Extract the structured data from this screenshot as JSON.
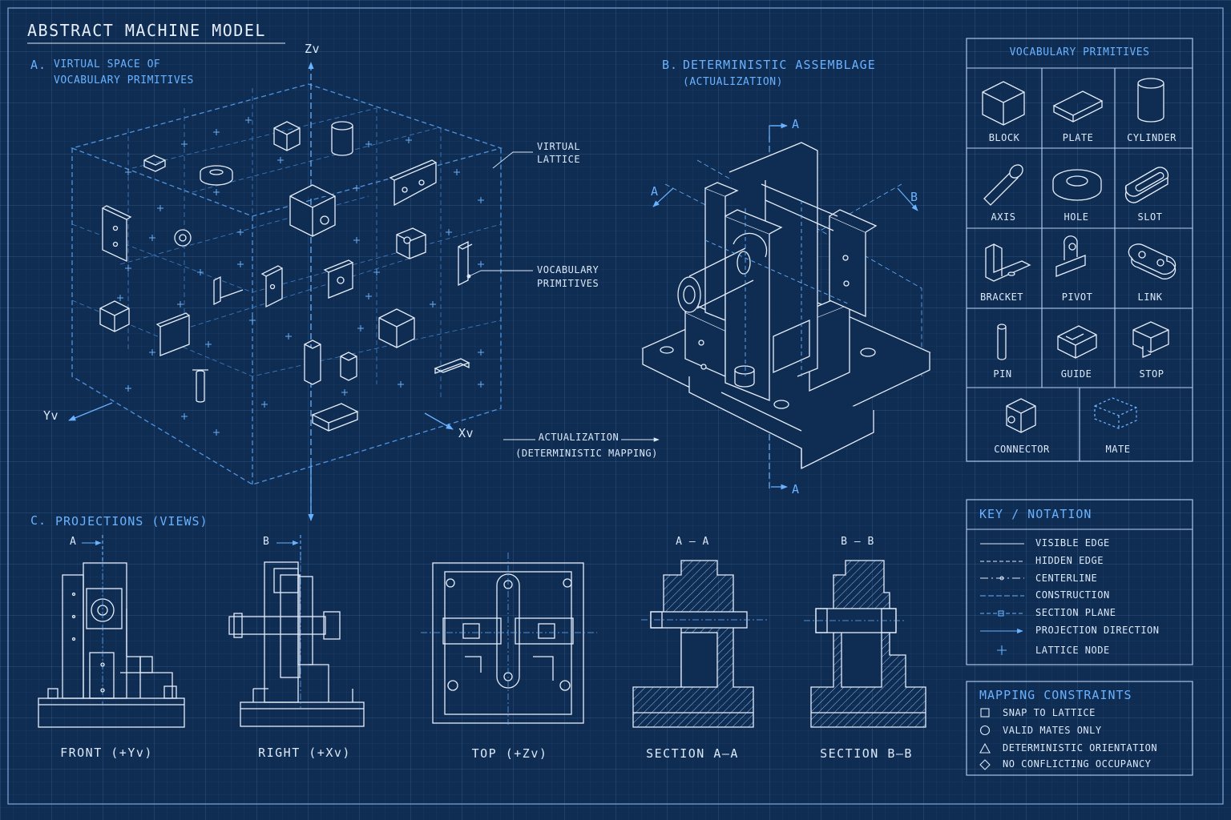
{
  "title": "ABSTRACT MACHINE MODEL",
  "section_a": {
    "label": "A.",
    "title_1": "VIRTUAL SPACE OF",
    "title_2": "VOCABULARY PRIMITIVES",
    "axis_z": "Zv",
    "axis_y": "Yv",
    "axis_x": "Xv",
    "callout_lattice_1": "VIRTUAL",
    "callout_lattice_2": "LATTICE",
    "callout_prim_1": "VOCABULARY",
    "callout_prim_2": "PRIMITIVES"
  },
  "actualization": {
    "line_1": "ACTUALIZATION",
    "line_2": "(DETERMINISTIC MAPPING)"
  },
  "section_b": {
    "label": "B.",
    "title_1": "DETERMINISTIC ASSEMBLAGE",
    "title_2": "(ACTUALIZATION)",
    "marker_a": "A",
    "marker_b": "B"
  },
  "section_c": {
    "label": "C.",
    "title": "PROJECTIONS (VIEWS)",
    "views": [
      {
        "caption": "FRONT (+Yv)",
        "marker": "A"
      },
      {
        "caption": "RIGHT (+Xv)",
        "marker": "B"
      },
      {
        "caption": "TOP (+Zv)",
        "marker": ""
      },
      {
        "caption": "SECTION A–A",
        "marker": "A – A"
      },
      {
        "caption": "SECTION B–B",
        "marker": "B – B"
      }
    ]
  },
  "vocabulary": {
    "title": "VOCABULARY PRIMITIVES",
    "items": [
      "BLOCK",
      "PLATE",
      "CYLINDER",
      "AXIS",
      "HOLE",
      "SLOT",
      "BRACKET",
      "PIVOT",
      "LINK",
      "PIN",
      "GUIDE",
      "STOP",
      "CONNECTOR",
      "MATE"
    ]
  },
  "key": {
    "title": "KEY / NOTATION",
    "items": [
      "VISIBLE EDGE",
      "HIDDEN EDGE",
      "CENTERLINE",
      "CONSTRUCTION",
      "SECTION PLANE",
      "PROJECTION DIRECTION",
      "LATTICE NODE"
    ]
  },
  "constraints": {
    "title": "MAPPING CONSTRAINTS",
    "items": [
      {
        "symbol": "square-icon",
        "text": "SNAP TO LATTICE"
      },
      {
        "symbol": "circle-icon",
        "text": "VALID MATES ONLY"
      },
      {
        "symbol": "triangle-icon",
        "text": "DETERMINISTIC ORIENTATION"
      },
      {
        "symbol": "diamond-icon",
        "text": "NO CONFLICTING OCCUPANCY"
      }
    ]
  },
  "colors": {
    "background": "#0f2c52",
    "line": "#dce9fb",
    "accent": "#69b2ff",
    "construction": "#4f95e0"
  }
}
